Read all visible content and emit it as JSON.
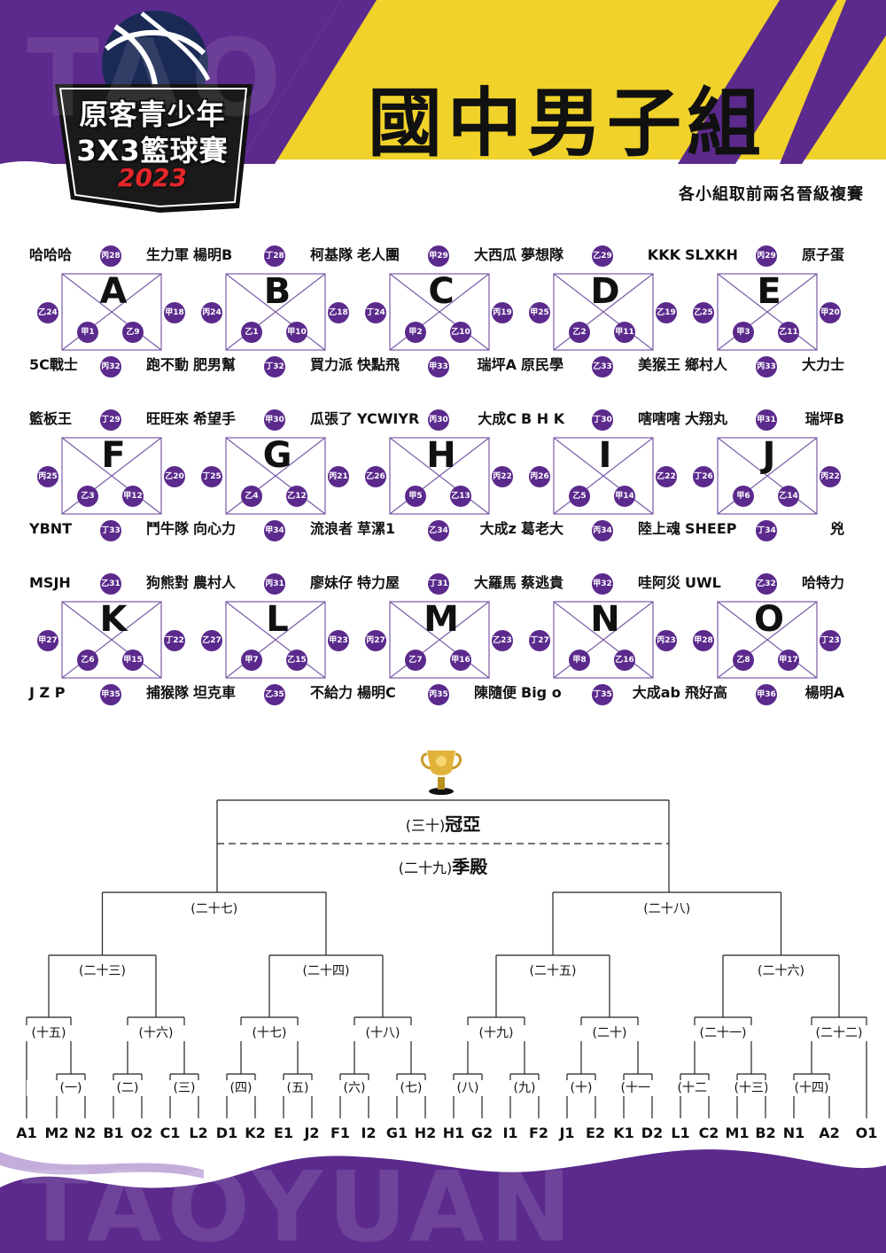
{
  "logo": {
    "line1": "原客青少年",
    "line2": "3X3籃球賽",
    "year": "2023"
  },
  "title": "國中男子組",
  "subtitle": "各小組取前兩名晉級複賽",
  "watermark_top": "TAO",
  "watermark_bottom": "TAOYUAN",
  "colors": {
    "purple": "#5b2a8c",
    "yellow": "#f0d22a",
    "dark": "#111111"
  },
  "groups": [
    {
      "label": "A",
      "tl": "哈哈哈",
      "tr": "生力軍",
      "bl": "5C戰士",
      "br": "跑不動",
      "top": "丙28",
      "bottom": "丙32",
      "left": "乙24",
      "right": "甲18",
      "inner_l": "甲1",
      "inner_r": "乙9"
    },
    {
      "label": "B",
      "tl": "楊明B",
      "tr": "柯基隊",
      "bl": "肥男幫",
      "br": "買力派",
      "top": "丁28",
      "bottom": "丁32",
      "left": "丙24",
      "right": "乙18",
      "inner_l": "乙1",
      "inner_r": "甲10"
    },
    {
      "label": "C",
      "tl": "老人團",
      "tr": "大西瓜",
      "bl": "快點飛",
      "br": "瑞坪A",
      "top": "甲29",
      "bottom": "甲33",
      "left": "丁24",
      "right": "丙19",
      "inner_l": "甲2",
      "inner_r": "乙10"
    },
    {
      "label": "D",
      "tl": "夢想隊",
      "tr": "KKK",
      "bl": "原民學",
      "br": "美猴王",
      "top": "乙29",
      "bottom": "乙33",
      "left": "甲25",
      "right": "乙19",
      "inner_l": "乙2",
      "inner_r": "甲11"
    },
    {
      "label": "E",
      "tl": "SLXKH",
      "tr": "原子蛋",
      "bl": "鄉村人",
      "br": "大力士",
      "top": "丙29",
      "bottom": "丙33",
      "left": "乙25",
      "right": "甲20",
      "inner_l": "甲3",
      "inner_r": "乙11"
    },
    {
      "label": "F",
      "tl": "籃板王",
      "tr": "旺旺來",
      "bl": "YBNT",
      "br": "鬥牛隊",
      "top": "丁29",
      "bottom": "丁33",
      "left": "丙25",
      "right": "乙20",
      "inner_l": "乙3",
      "inner_r": "甲12"
    },
    {
      "label": "G",
      "tl": "希望手",
      "tr": "瓜張了",
      "bl": "向心力",
      "br": "流浪者",
      "top": "甲30",
      "bottom": "甲34",
      "left": "丁25",
      "right": "丙21",
      "inner_l": "乙4",
      "inner_r": "乙12"
    },
    {
      "label": "H",
      "tl": "YCWIYR",
      "tr": "大成C",
      "bl": "草漯1",
      "br": "大成z",
      "top": "丙30",
      "bottom": "乙34",
      "left": "乙26",
      "right": "丙22",
      "inner_l": "甲5",
      "inner_r": "乙13"
    },
    {
      "label": "I",
      "tl": "B H K",
      "tr": "嗐嗐嗐",
      "bl": "葛老大",
      "br": "陸上魂",
      "top": "丁30",
      "bottom": "丙34",
      "left": "丙26",
      "right": "乙22",
      "inner_l": "乙5",
      "inner_r": "甲14"
    },
    {
      "label": "J",
      "tl": "大翔丸",
      "tr": "瑞坪B",
      "bl": "SHEEP",
      "br": "兇",
      "top": "甲31",
      "bottom": "丁34",
      "left": "丁26",
      "right": "丙22",
      "inner_l": "甲6",
      "inner_r": "乙14"
    },
    {
      "label": "K",
      "tl": "MSJH",
      "tr": "狗熊對",
      "bl": "J Z P",
      "br": "捕猴隊",
      "top": "乙31",
      "bottom": "甲35",
      "left": "甲27",
      "right": "丁22",
      "inner_l": "乙6",
      "inner_r": "甲15"
    },
    {
      "label": "L",
      "tl": "農村人",
      "tr": "廖妹仔",
      "bl": "坦克車",
      "br": "不給力",
      "top": "丙31",
      "bottom": "乙35",
      "left": "乙27",
      "right": "甲23",
      "inner_l": "甲7",
      "inner_r": "乙15"
    },
    {
      "label": "M",
      "tl": "特力屋",
      "tr": "大羅馬",
      "bl": "楊明C",
      "br": "陳隨便",
      "top": "丁31",
      "bottom": "丙35",
      "left": "丙27",
      "right": "乙23",
      "inner_l": "乙7",
      "inner_r": "甲16"
    },
    {
      "label": "N",
      "tl": "蔡逃貴",
      "tr": "哇阿災",
      "bl": "Big o",
      "br": "大成ab",
      "top": "甲32",
      "bottom": "丁35",
      "left": "丁27",
      "right": "丙23",
      "inner_l": "甲8",
      "inner_r": "乙16"
    },
    {
      "label": "O",
      "tl": "UWL",
      "tr": "哈特力",
      "bl": "飛好高",
      "br": "楊明A",
      "top": "乙32",
      "bottom": "甲36",
      "left": "甲28",
      "right": "丁23",
      "inner_l": "乙8",
      "inner_r": "甲17"
    }
  ],
  "bracket": {
    "final": "(三十)",
    "final_name": "冠亞",
    "third": "(二十九)",
    "third_name": "季殿",
    "semis": [
      "(二十七)",
      "(二十八)"
    ],
    "quarters": [
      "(二十三)",
      "(二十四)",
      "(二十五)",
      "(二十六)"
    ],
    "round16": [
      "(十五)",
      "(十六)",
      "(十七)",
      "(十八)",
      "(十九)",
      "(二十)",
      "(二十一)",
      "(二十二)"
    ],
    "round1": [
      "(一)",
      "(二)",
      "(三)",
      "(四)",
      "(五)",
      "(六)",
      "(七)",
      "(八)",
      "(九)",
      "(十)",
      "(十一)",
      "(十二)",
      "(十三)",
      "(十四)"
    ],
    "slots": [
      "A1",
      "M2",
      "N2",
      "B1",
      "O2",
      "C1",
      "L2",
      "D1",
      "K2",
      "E1",
      "J2",
      "F1",
      "I2",
      "G1",
      "H2",
      "H1",
      "G2",
      "I1",
      "F2",
      "J1",
      "E2",
      "K1",
      "D2",
      "L1",
      "C2",
      "M1",
      "B2",
      "N1",
      "A2",
      "O1"
    ]
  }
}
